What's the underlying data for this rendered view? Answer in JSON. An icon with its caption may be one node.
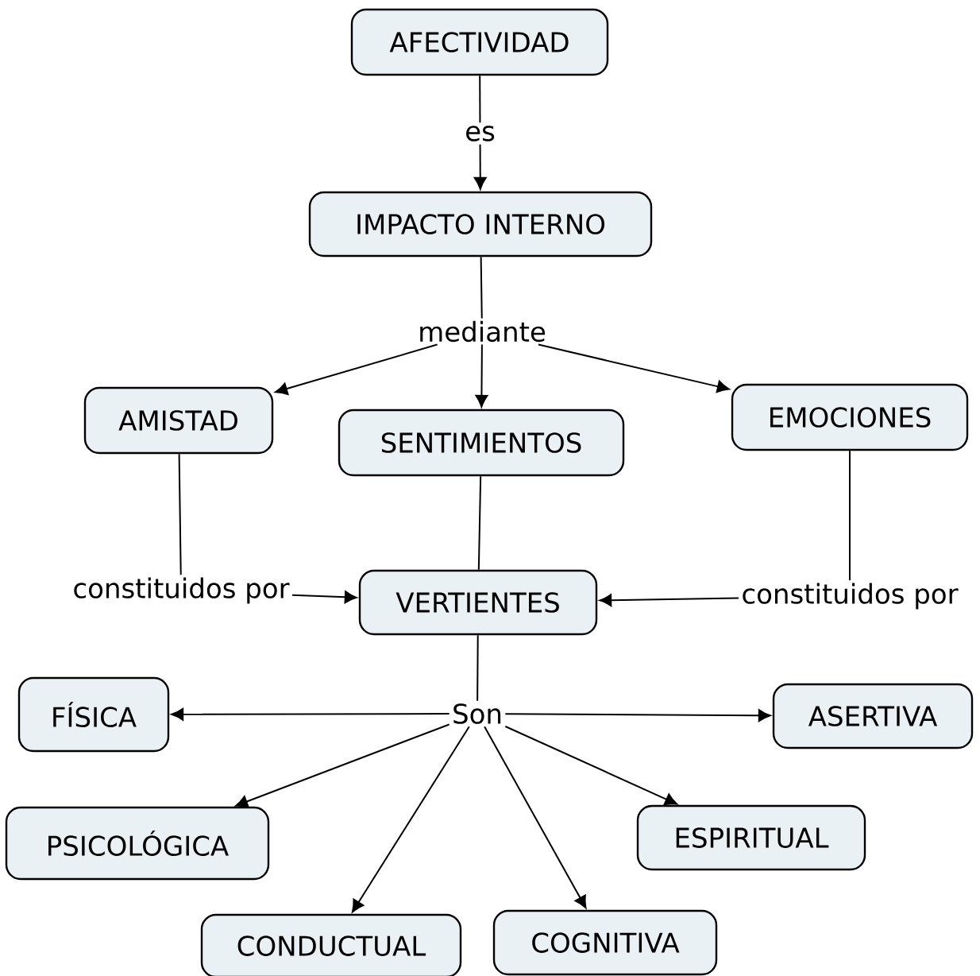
{
  "diagram": {
    "nodes": [
      {
        "text": [
          "AFECTIVIDAD"
        ]
      },
      {
        "text": [
          "IMPACTO INTERNO"
        ]
      },
      {
        "text": [
          "mediante"
        ]
      },
      {
        "text": [
          "AMISTAD"
        ]
      },
      {
        "text": [
          "SENTIMIENTOS"
        ]
      },
      {
        "text": [
          "EMOCIONES"
        ]
      },
      {
        "text": [
          "constituidos por"
        ]
      },
      {
        "text": [
          "VERTIENTES"
        ]
      },
      {
        "text": [
          "constituidos por"
        ]
      },
      {
        "text": [
          "Son"
        ]
      },
      {
        "text": [
          "FÍSICA"
        ]
      },
      {
        "text": [
          "ASERTIVA"
        ]
      },
      {
        "text": [
          "PSICOLÓGICA"
        ]
      },
      {
        "text": [
          "ESPIRITUAL"
        ]
      },
      {
        "text": [
          "CONDUCTUAL"
        ]
      },
      {
        "text": [
          "COGNITIVA"
        ]
      }
    ],
    "edges": [
      {
        "from": 0,
        "to": 1,
        "arrow": "to",
        "label": "es"
      },
      {
        "from": 1,
        "to": 2,
        "arrow": "none"
      },
      {
        "from": 2,
        "to": 3,
        "arrow": "to"
      },
      {
        "from": 2,
        "to": 4,
        "arrow": "to"
      },
      {
        "from": 2,
        "to": 5,
        "arrow": "to"
      },
      {
        "from": 3,
        "to": 6,
        "arrow": "none"
      },
      {
        "from": 6,
        "to": 7,
        "arrow": "to"
      },
      {
        "from": 4,
        "to": 7,
        "arrow": "none"
      },
      {
        "from": 5,
        "to": 8,
        "arrow": "none"
      },
      {
        "from": 8,
        "to": 7,
        "arrow": "to"
      },
      {
        "from": 7,
        "to": 9,
        "arrow": "none"
      },
      {
        "from": 9,
        "to": 10,
        "arrow": "to"
      },
      {
        "from": 9,
        "to": 11,
        "arrow": "to"
      },
      {
        "from": 9,
        "to": 12,
        "arrow": "to"
      },
      {
        "from": 9,
        "to": 13,
        "arrow": "to"
      },
      {
        "from": 9,
        "to": 14,
        "arrow": "to"
      },
      {
        "from": 9,
        "to": 15,
        "arrow": "to"
      }
    ]
  }
}
